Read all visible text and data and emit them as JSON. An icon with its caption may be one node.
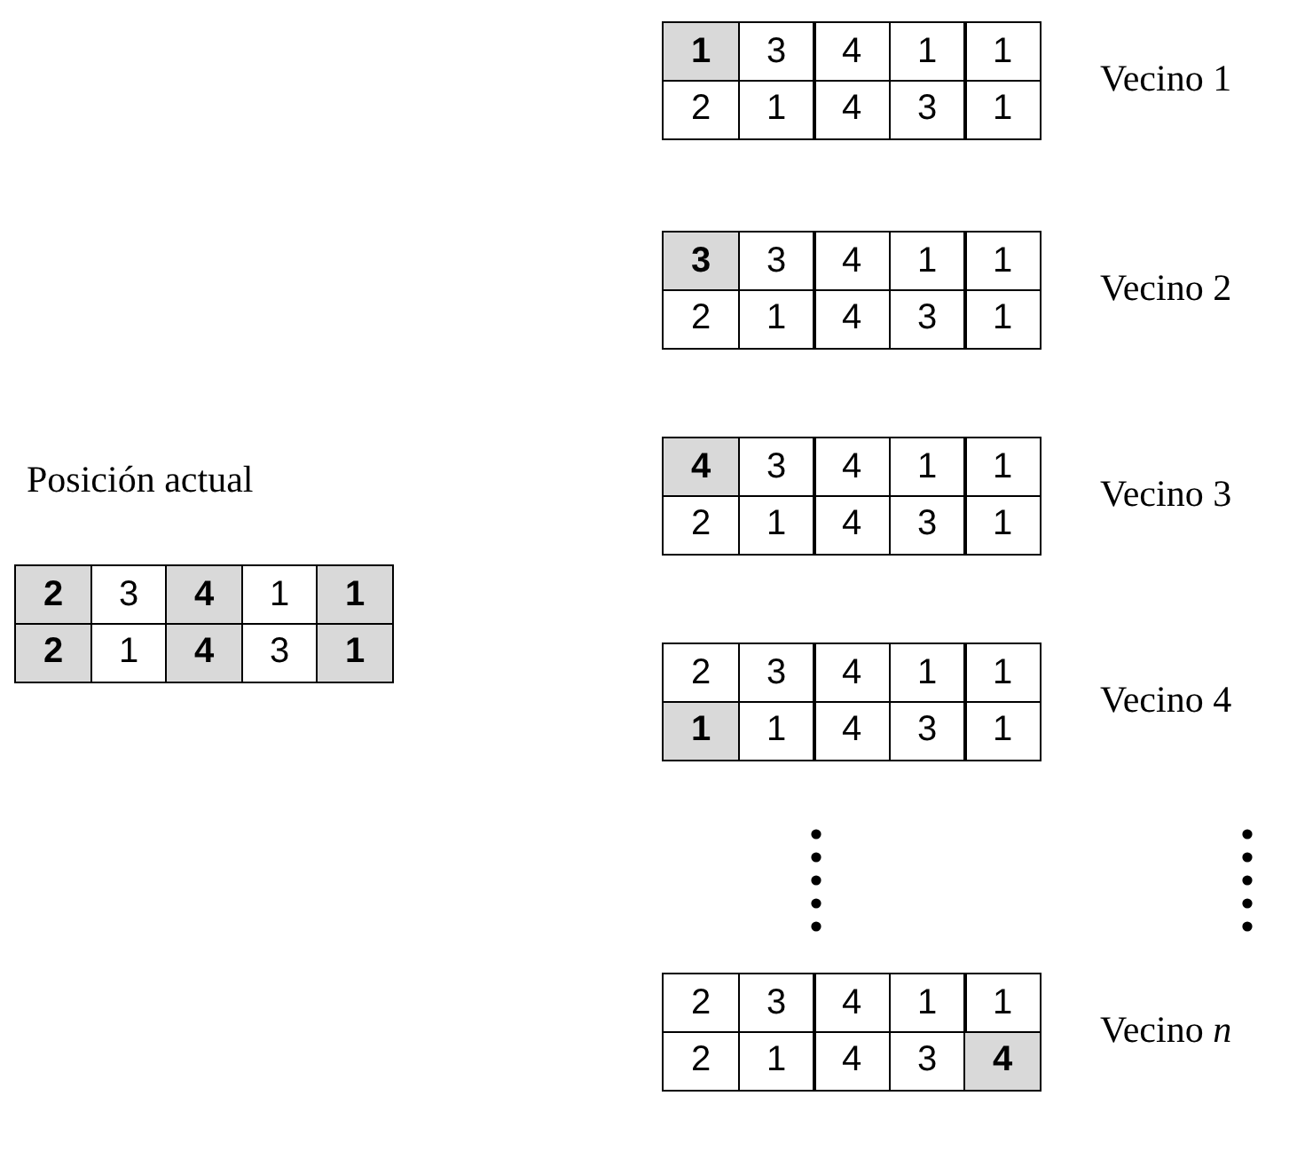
{
  "diagram": {
    "labels": [
      "Posición actual",
      "2",
      "3",
      "4",
      "1",
      "1",
      "2",
      "1",
      "4",
      "3",
      "1",
      "1",
      "3",
      "4",
      "1",
      "1",
      "2",
      "1",
      "4",
      "3",
      "1",
      "Vecino 1",
      "3",
      "3",
      "4",
      "1",
      "1",
      "2",
      "1",
      "4",
      "3",
      "1",
      "Vecino 2",
      "4",
      "3",
      "4",
      "1",
      "1",
      "2",
      "1",
      "4",
      "3",
      "1",
      "Vecino 3",
      "2",
      "3",
      "4",
      "1",
      "1",
      "1",
      "1",
      "4",
      "3",
      "1",
      "Vecino 4",
      "2",
      "3",
      "4",
      "1",
      "1",
      "2",
      "1",
      "4",
      "3",
      "4",
      "Vecino *n*"
    ]
  }
}
